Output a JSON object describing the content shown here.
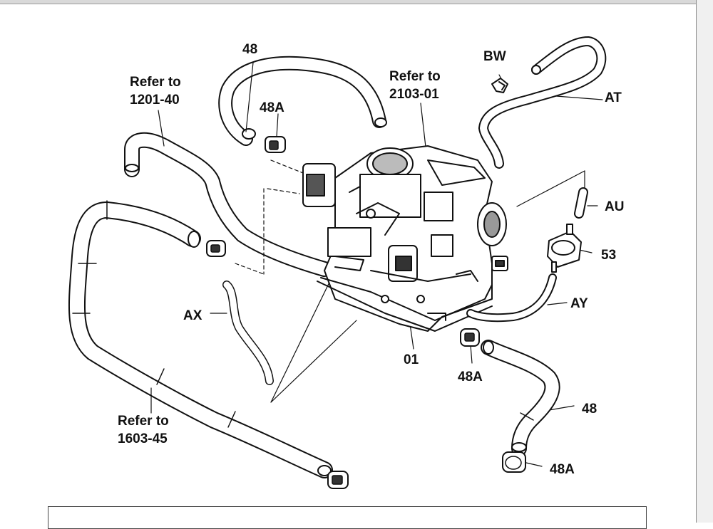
{
  "labels": {
    "refer_1201": [
      "Refer to",
      "1201-40"
    ],
    "refer_2103": [
      "Refer to",
      "2103-01"
    ],
    "refer_1603": [
      "Refer to",
      "1603-45"
    ],
    "hose_48_top": "48",
    "clamp_48a_top": "48A",
    "bw": "BW",
    "at": "AT",
    "au": "AU",
    "part_53": "53",
    "ay": "AY",
    "ax": "AX",
    "part_01": "01",
    "clamp_48a_mid": "48A",
    "hose_48_bottom": "48",
    "clamp_48a_bottom": "48A"
  }
}
